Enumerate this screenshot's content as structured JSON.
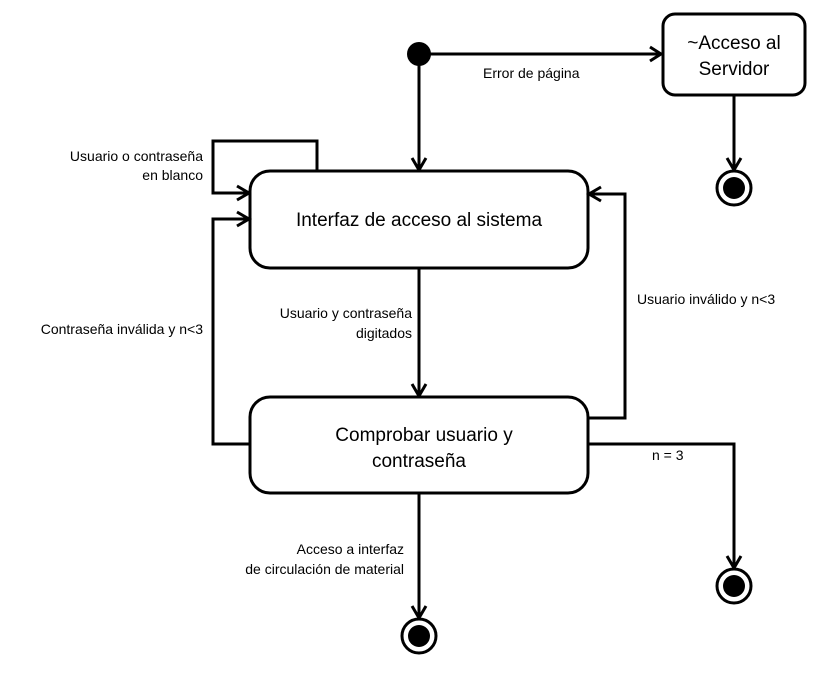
{
  "diagram": {
    "type": "uml-state-machine",
    "states": {
      "acceso_servidor": {
        "lines": [
          "~Acceso al",
          "Servidor"
        ]
      },
      "interfaz_acceso": {
        "lines": [
          "Interfaz de acceso al sistema"
        ]
      },
      "comprobar": {
        "lines": [
          "Comprobar usuario y",
          "contraseña"
        ]
      }
    },
    "transitions": {
      "error_pagina": {
        "lines": [
          "Error de página"
        ]
      },
      "en_blanco": {
        "lines": [
          "Usuario o contraseña",
          "en blanco"
        ]
      },
      "digitados": {
        "lines": [
          "Usuario y contraseña",
          "digitados"
        ]
      },
      "contrasena_invalida": {
        "lines": [
          "Contraseña inválida y n<3"
        ]
      },
      "usuario_invalido": {
        "lines": [
          "Usuario inválido y n<3"
        ]
      },
      "n_igual_3": {
        "lines": [
          "n = 3"
        ]
      },
      "acceso_interfaz": {
        "lines": [
          "Acceso a interfaz",
          "de circulación de material"
        ]
      }
    }
  }
}
